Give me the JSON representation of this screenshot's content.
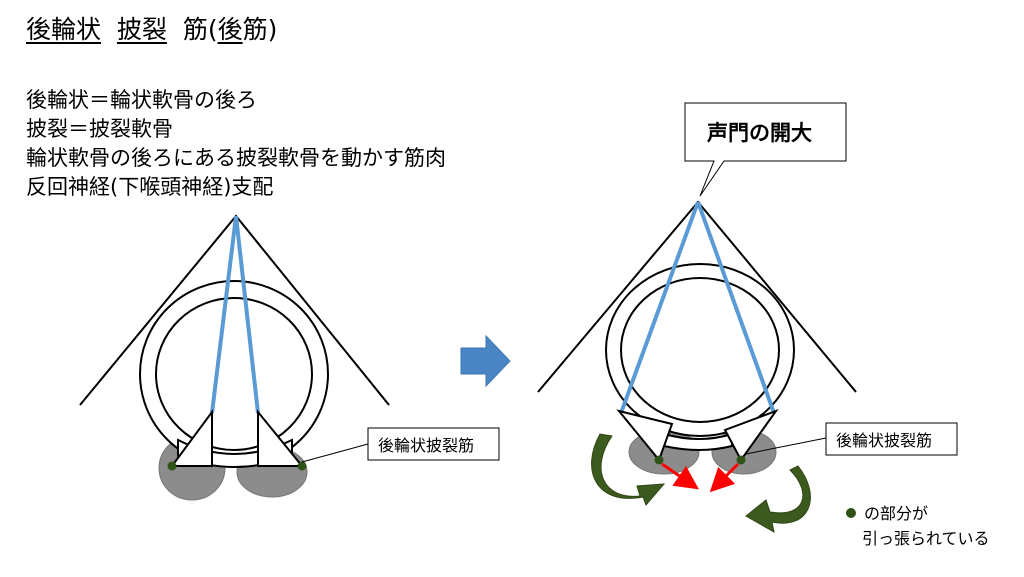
{
  "title": {
    "part1": "後輪状",
    "part2": "披裂",
    "part3": "筋(",
    "part4": "後",
    "part5": "筋)"
  },
  "description_lines": [
    "後輪状＝輪状軟骨の後ろ",
    "披裂＝披裂軟骨",
    "輪状軟骨の後ろにある披裂軟骨を動かす筋肉",
    "反回神経(下喉頭神経)支配"
  ],
  "left_diagram": {
    "muscle_label": "後輪状披裂筋"
  },
  "right_diagram": {
    "callout": "声門の開大",
    "muscle_label": "後輪状披裂筋"
  },
  "legend": {
    "line1": "の部分が",
    "line2": "引っ張られている"
  },
  "colors": {
    "vocal_cord": "#5b9bd5",
    "muscle": "#8c8c8c",
    "arrow_rotation": "#3d5a1e",
    "arrow_pull": "#ff0000",
    "arrow_transition": "#4a86c5",
    "dot": "#2f5216"
  }
}
